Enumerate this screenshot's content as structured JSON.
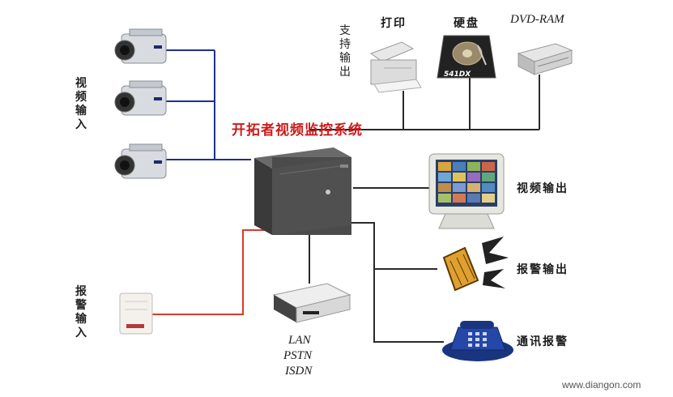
{
  "title": "开拓者视频监控系统",
  "inputs": {
    "video_in": [
      "视",
      "频",
      "输",
      "入"
    ],
    "alarm_in": [
      "报",
      "警",
      "输",
      "入"
    ]
  },
  "support_output": {
    "label": [
      "支",
      "持",
      "输",
      "出"
    ],
    "printer": "打印",
    "hdd": "硬盘",
    "hdd_brand": "541DX",
    "dvd": "DVD-RAM"
  },
  "outputs": {
    "video_out": "视频输出",
    "alarm_out": "报警输出",
    "comm_alarm": "通讯报警"
  },
  "network": [
    "LAN",
    "PSTN",
    "ISDN"
  ],
  "watermark": "www.diangon.com",
  "colors": {
    "title_red": "#cc1a1a",
    "line_blue": "#1f2f8f",
    "line_red": "#d83a2a",
    "line_dark": "#2a2a2a"
  }
}
